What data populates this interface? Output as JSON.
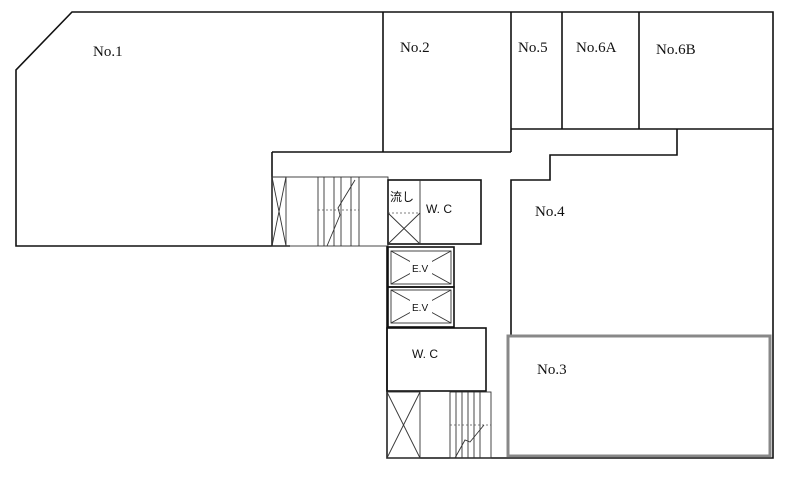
{
  "rooms": {
    "no1": "No.1",
    "no2": "No.2",
    "no3": "No.3",
    "no4": "No.4",
    "no5": "No.5",
    "no6a": "No.6A",
    "no6b": "No.6B"
  },
  "facilities": {
    "wc_upper": "W. C",
    "wc_lower": "W. C",
    "sink": "流し",
    "ev1": "E.V",
    "ev2": "E.V"
  },
  "colors": {
    "highlight": "#888888",
    "wall": "#111111"
  }
}
